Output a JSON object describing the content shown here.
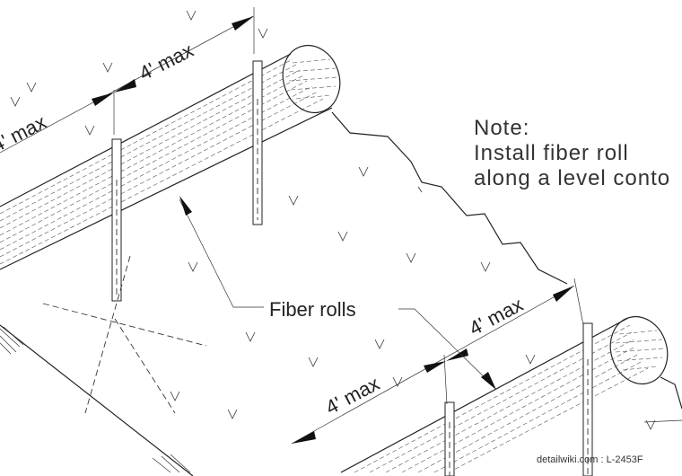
{
  "dimensions": {
    "top_left": "4' max",
    "top_right": "4' max",
    "bottom_left": "4' max",
    "bottom_right": "4' max"
  },
  "callout": {
    "label": "Fiber rolls"
  },
  "note": {
    "line1": "Note:",
    "line2": "Install fiber roll",
    "line3": "along a level conto"
  },
  "credit": "detailwiki.com : L-2453F"
}
